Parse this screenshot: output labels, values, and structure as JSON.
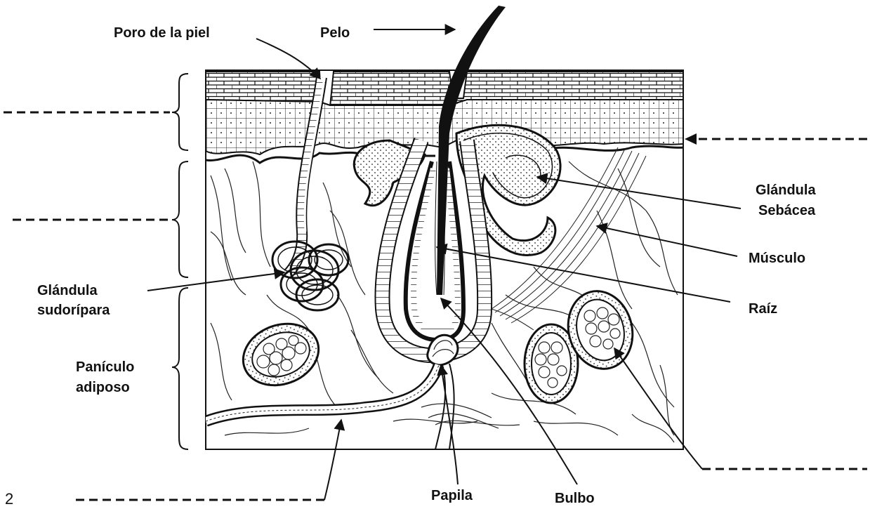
{
  "figure_number": "2",
  "labels": {
    "poro": "Poro de la piel",
    "pelo": "Pelo",
    "glandula_sebacea_1": "Glándula",
    "glandula_sebacea_2": "Sebácea",
    "musculo": "Músculo",
    "raiz": "Raíz",
    "glandula_sudoripara_1": "Glándula",
    "glandula_sudoripara_2": "sudorípara",
    "paniculo_1": "Panículo",
    "paniculo_2": "adiposo",
    "papila": "Papila",
    "bulbo": "Bulbo"
  },
  "colors": {
    "ink": "#111111",
    "background": "#ffffff"
  }
}
